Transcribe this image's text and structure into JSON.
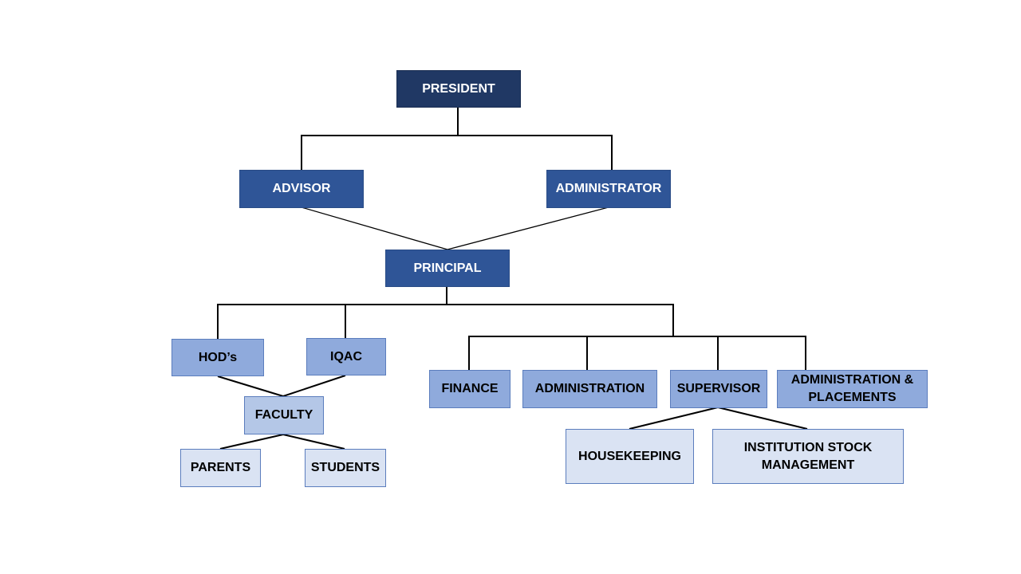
{
  "nodes": {
    "president": "PRESIDENT",
    "advisor": "ADVISOR",
    "administrator": "ADMINISTRATOR",
    "principal": "PRINCIPAL",
    "hods": "HOD’s",
    "iqac": "IQAC",
    "faculty": "FACULTY",
    "parents": "PARENTS",
    "students": "STUDENTS",
    "finance": "FINANCE",
    "administration": "ADMINISTRATION",
    "supervisor": "SUPERVISOR",
    "admin_placements": "ADMINISTRATION & PLACEMENTS",
    "housekeeping": "HOUSEKEEPING",
    "stock_management": "INSTITUTION STOCK MANAGEMENT"
  },
  "colors": {
    "level1": "#203864",
    "level2": "#2f5597",
    "level3": "#8faadc",
    "level4": "#b4c7e7",
    "level5": "#dae3f3",
    "connector": "#000000"
  }
}
